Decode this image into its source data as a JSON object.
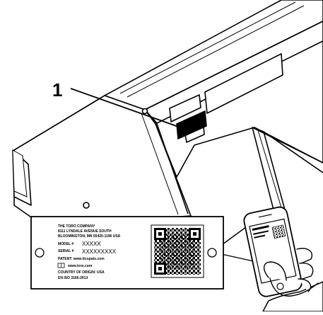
{
  "callout": {
    "number": "1"
  },
  "decal": {
    "company": "THE TORO COMPANY",
    "address_line1": "8111 LYNDALE AVENUE SOUTH",
    "address_line2": "BLOOMINGTON, MN 55420-1196 USA",
    "model_label": "MODEL #",
    "model_value": "XXXXX",
    "serial_label": "SERIAL #",
    "serial_value": "XXXXXXXXX",
    "patent_line": "PATENT: www.ttcopats.com",
    "website": "www.toro.com",
    "origin": "COUNTRY OF ORIGIN: USA",
    "standard": "EN ISO 3166:2013"
  },
  "colors": {
    "ink": "#000000",
    "paper": "#ffffff"
  }
}
